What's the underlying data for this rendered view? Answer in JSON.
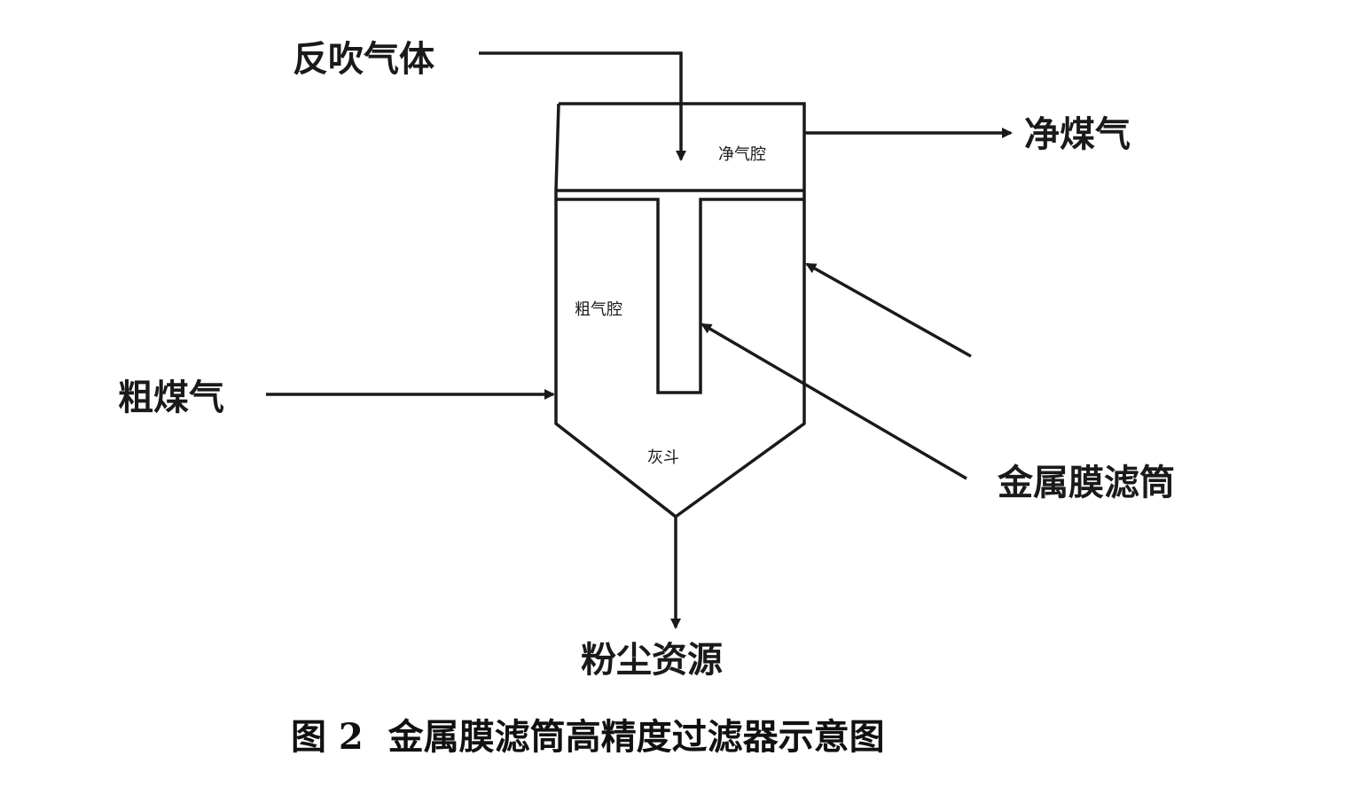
{
  "diagram": {
    "labels": {
      "backflush_gas": "反吹气体",
      "clean_gas": "净煤气",
      "raw_gas": "粗煤气",
      "metal_membrane_filter": "金属膜滤筒",
      "dust_resource": "粉尘资源",
      "clean_chamber": "净气腔",
      "raw_chamber": "粗气腔",
      "ash_hopper": "灰斗"
    },
    "caption": "图 2  金属膜滤筒高精度过滤器示意图"
  }
}
